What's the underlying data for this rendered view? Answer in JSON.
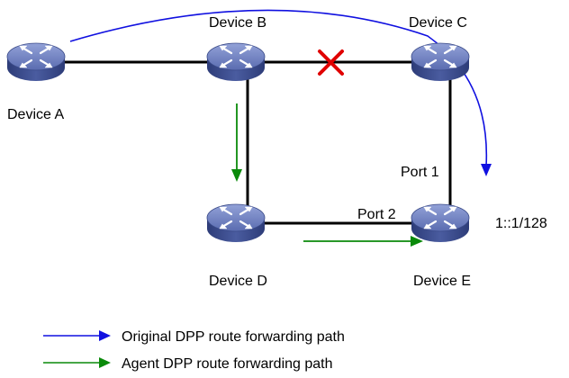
{
  "devices": {
    "a": {
      "label": "Device A"
    },
    "b": {
      "label": "Device B"
    },
    "c": {
      "label": "Device  C"
    },
    "d": {
      "label": "Device D"
    },
    "e": {
      "label": "Device E"
    }
  },
  "ports": {
    "port1": "Port 1",
    "port2": "Port 2"
  },
  "address": "1::1/128",
  "legend": {
    "original": {
      "label": "Original DPP route forwarding path",
      "color": "#1010e0"
    },
    "agent": {
      "label": "Agent DPP route forwarding path",
      "color": "#0a8a0a"
    }
  },
  "colors": {
    "link": "#000000",
    "failure": "#e00000",
    "router_top": "#6d7fc0",
    "router_side": "#3c4d8e"
  },
  "icons": {
    "router": "router-icon",
    "failure": "link-failure-x-icon"
  }
}
